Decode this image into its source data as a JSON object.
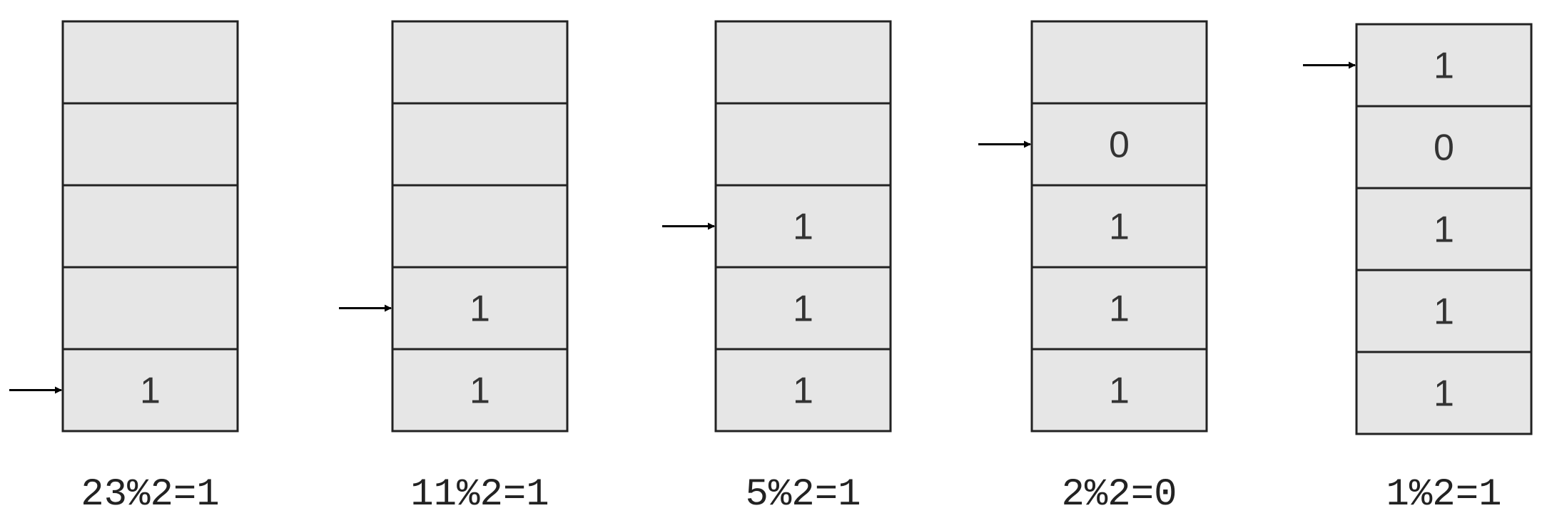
{
  "diagram": {
    "colors": {
      "cell_fill": "#e6e6e6",
      "cell_stroke": "#222222",
      "arrow": "#000000",
      "text": "#333333"
    },
    "stacks": [
      {
        "caption": "23%2=1",
        "cells": [
          "",
          "",
          "",
          "",
          "1"
        ],
        "pointer_at": 4
      },
      {
        "caption": "11%2=1",
        "cells": [
          "",
          "",
          "",
          "1",
          "1"
        ],
        "pointer_at": 3
      },
      {
        "caption": "5%2=1",
        "cells": [
          "",
          "",
          "1",
          "1",
          "1"
        ],
        "pointer_at": 2
      },
      {
        "caption": "2%2=0",
        "cells": [
          "",
          "0",
          "1",
          "1",
          "1"
        ],
        "pointer_at": 1
      },
      {
        "caption": "1%2=1",
        "cells": [
          "1",
          "0",
          "1",
          "1",
          "1"
        ],
        "pointer_at": 0
      }
    ]
  }
}
